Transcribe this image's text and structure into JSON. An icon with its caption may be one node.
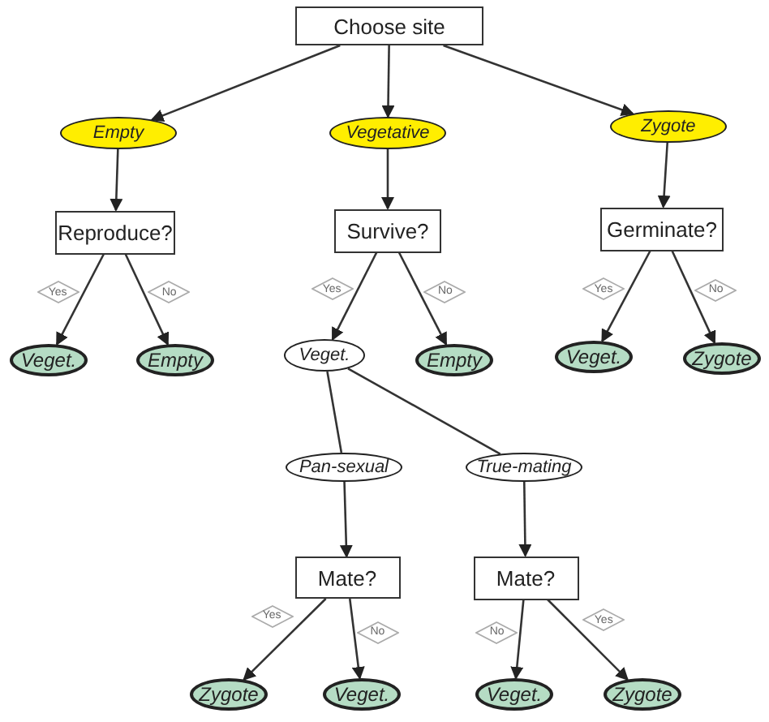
{
  "diagram": {
    "nodes": [
      {
        "text": [
          "Choose site"
        ]
      },
      {
        "text": [
          "Empty"
        ]
      },
      {
        "text": [
          "Vegetative"
        ]
      },
      {
        "text": [
          "Zygote"
        ]
      },
      {
        "text": [
          "Reproduce?"
        ]
      },
      {
        "text": [
          "Survive?"
        ]
      },
      {
        "text": [
          "Germinate?"
        ]
      },
      {
        "text": [
          "Veget."
        ]
      },
      {
        "text": [
          "Empty"
        ]
      },
      {
        "text": [
          "Veget."
        ]
      },
      {
        "text": [
          "Empty"
        ]
      },
      {
        "text": [
          "Veget."
        ]
      },
      {
        "text": [
          "Zygote"
        ]
      },
      {
        "text": [
          "Pan-sexual"
        ]
      },
      {
        "text": [
          "True-mating"
        ]
      },
      {
        "text": [
          "Mate?"
        ]
      },
      {
        "text": [
          "Mate?"
        ]
      },
      {
        "text": [
          "Zygote"
        ]
      },
      {
        "text": [
          "Veget."
        ]
      },
      {
        "text": [
          "Veget."
        ]
      },
      {
        "text": [
          "Zygote"
        ]
      }
    ],
    "edges": [
      {
        "from": 0,
        "to": 1,
        "arrow": "to"
      },
      {
        "from": 0,
        "to": 2,
        "arrow": "to"
      },
      {
        "from": 0,
        "to": 3,
        "arrow": "to"
      },
      {
        "from": 1,
        "to": 4,
        "arrow": "to"
      },
      {
        "from": 2,
        "to": 5,
        "arrow": "to"
      },
      {
        "from": 3,
        "to": 6,
        "arrow": "to"
      },
      {
        "from": 4,
        "to": 7,
        "arrow": "to",
        "label": "Yes"
      },
      {
        "from": 4,
        "to": 8,
        "arrow": "to",
        "label": "No"
      },
      {
        "from": 5,
        "to": 9,
        "arrow": "to",
        "label": "Yes"
      },
      {
        "from": 5,
        "to": 10,
        "arrow": "to",
        "label": "No"
      },
      {
        "from": 6,
        "to": 11,
        "arrow": "to",
        "label": "Yes"
      },
      {
        "from": 6,
        "to": 12,
        "arrow": "to",
        "label": "No"
      },
      {
        "from": 9,
        "to": 13,
        "arrow": "none"
      },
      {
        "from": 9,
        "to": 14,
        "arrow": "none"
      },
      {
        "from": 13,
        "to": 15,
        "arrow": "to"
      },
      {
        "from": 14,
        "to": 16,
        "arrow": "to"
      },
      {
        "from": 15,
        "to": 17,
        "arrow": "to",
        "label": "Yes"
      },
      {
        "from": 15,
        "to": 18,
        "arrow": "to",
        "label": "No"
      },
      {
        "from": 16,
        "to": 19,
        "arrow": "to",
        "label": "No"
      },
      {
        "from": 16,
        "to": 20,
        "arrow": "to",
        "label": "Yes"
      }
    ]
  }
}
